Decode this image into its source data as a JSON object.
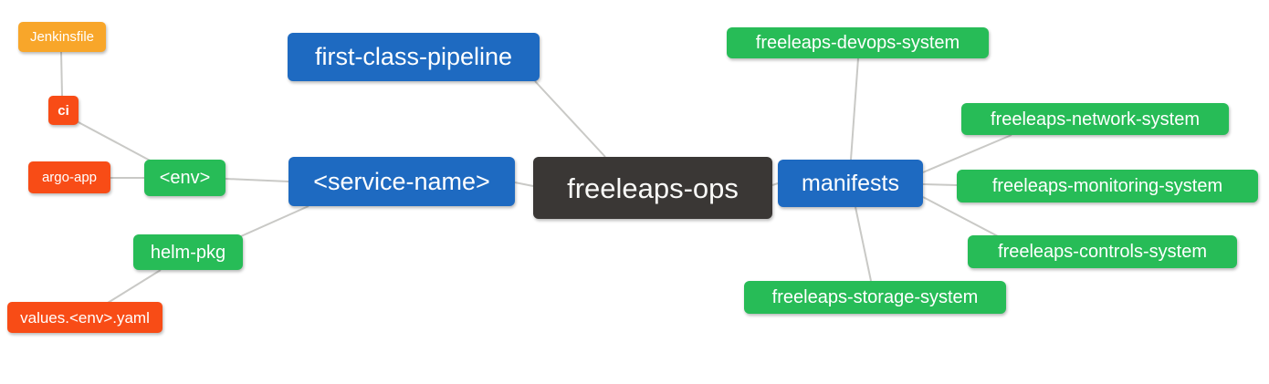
{
  "diagram": {
    "background_color": "#ffffff",
    "edge_color": "#c9c9c6",
    "colors": {
      "blue": "#1e6ac1",
      "green": "#27bc57",
      "red": "#f84c16",
      "orange": "#f8a62a",
      "dark": "#3a3735"
    },
    "nodes": {
      "root": {
        "label": "freeleaps-ops",
        "color_role": "dark"
      },
      "first_class_pipeline": {
        "label": "first-class-pipeline",
        "color_role": "blue"
      },
      "service_name": {
        "label": "<service-name>",
        "color_role": "blue"
      },
      "manifests": {
        "label": "manifests",
        "color_role": "blue"
      },
      "env": {
        "label": "<env>",
        "color_role": "green"
      },
      "helm_pkg": {
        "label": "helm-pkg",
        "color_role": "green"
      },
      "argo_app": {
        "label": "argo-app",
        "color_role": "red"
      },
      "ci": {
        "label": "ci",
        "color_role": "red"
      },
      "jenkinsfile": {
        "label": "Jenkinsfile",
        "color_role": "orange"
      },
      "values_env_yaml": {
        "label": "values.<env>.yaml",
        "color_role": "red"
      },
      "devops_system": {
        "label": "freeleaps-devops-system",
        "color_role": "green"
      },
      "network_system": {
        "label": "freeleaps-network-system",
        "color_role": "green"
      },
      "monitoring_system": {
        "label": "freeleaps-monitoring-system",
        "color_role": "green"
      },
      "controls_system": {
        "label": "freeleaps-controls-system",
        "color_role": "green"
      },
      "storage_system": {
        "label": "freeleaps-storage-system",
        "color_role": "green"
      }
    },
    "edges": [
      {
        "from": "jenkinsfile",
        "to": "ci"
      },
      {
        "from": "ci",
        "to": "env"
      },
      {
        "from": "argo_app",
        "to": "env"
      },
      {
        "from": "env",
        "to": "service_name"
      },
      {
        "from": "helm_pkg",
        "to": "service_name"
      },
      {
        "from": "values_env_yaml",
        "to": "helm_pkg"
      },
      {
        "from": "first_class_pipeline",
        "to": "root"
      },
      {
        "from": "service_name",
        "to": "root"
      },
      {
        "from": "root",
        "to": "manifests"
      },
      {
        "from": "manifests",
        "to": "devops_system"
      },
      {
        "from": "manifests",
        "to": "network_system"
      },
      {
        "from": "manifests",
        "to": "monitoring_system"
      },
      {
        "from": "manifests",
        "to": "controls_system"
      },
      {
        "from": "manifests",
        "to": "storage_system"
      }
    ]
  }
}
